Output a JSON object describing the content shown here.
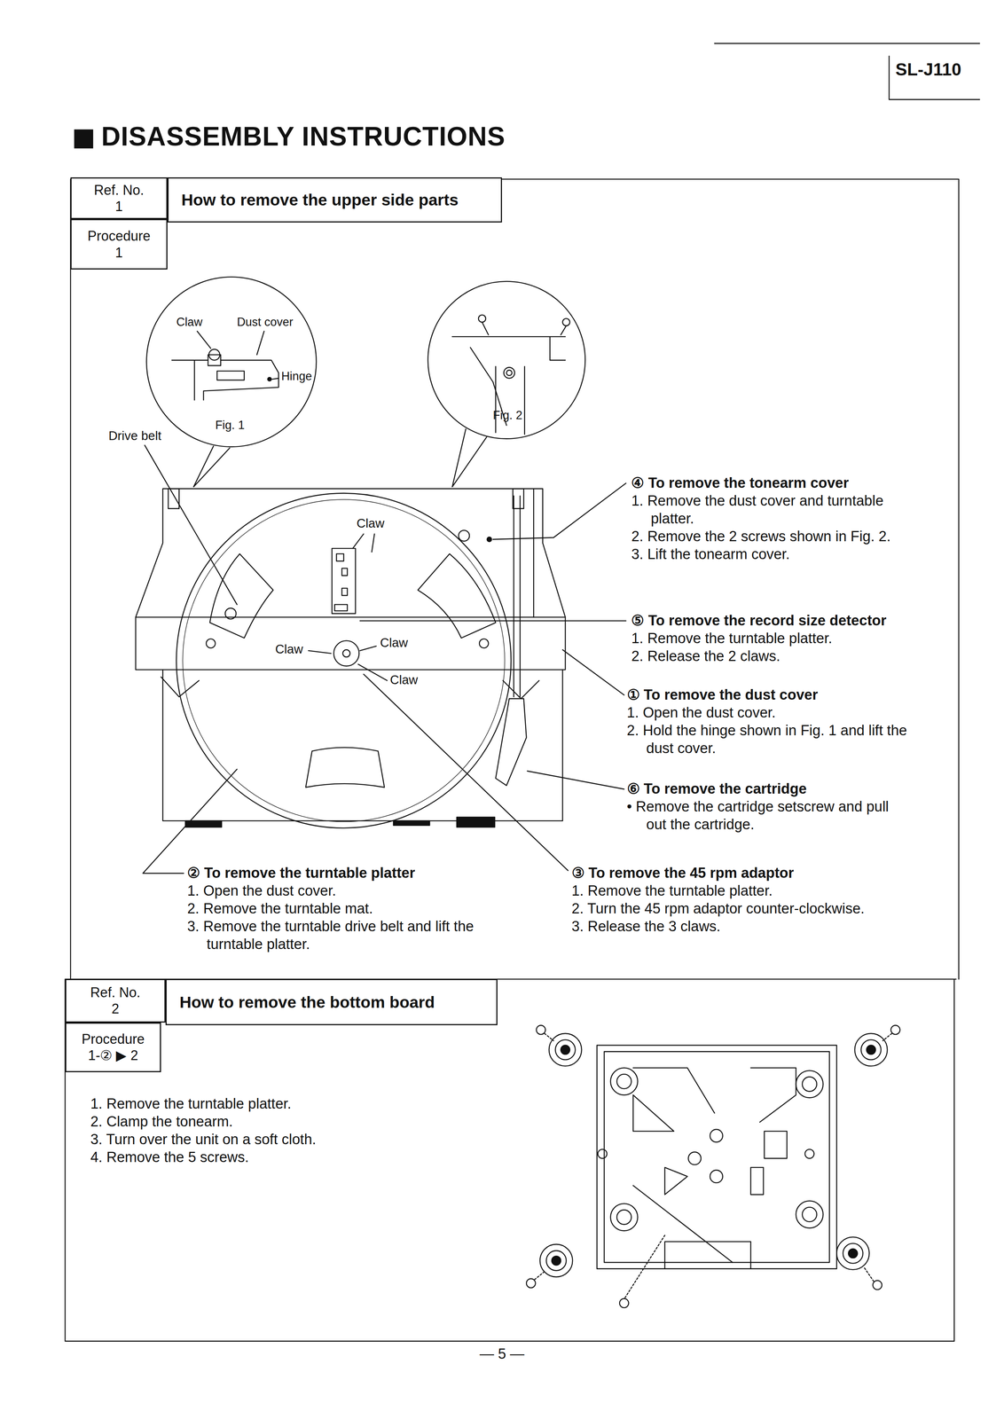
{
  "diagram": {
    "title": "DISASSEMBLY INSTRUCTIONS",
    "nodes": [
      {
        "text": [
          "Ref. No.",
          "1"
        ]
      },
      {
        "text": [
          "How to remove the upper side parts"
        ]
      },
      {
        "text": [
          "Procedure",
          "1"
        ]
      },
      {
        "text": [
          "Claw",
          "Dust cover",
          "Hinge",
          "Fig. 1"
        ]
      },
      {
        "text": [
          "Fig. 2"
        ]
      },
      {
        "text": [
          "Ref. No.",
          "2"
        ]
      },
      {
        "text": [
          "How to remove the bottom board"
        ]
      },
      {
        "text": [
          "Procedure",
          "1-② ▶ 2"
        ]
      }
    ],
    "labels": [
      "SL-J110",
      "Drive belt",
      "Claw",
      "Claw",
      "Claw",
      "Claw",
      "④ To remove the tonearm cover",
      "1. Remove the dust cover and turntable platter.",
      "2. Remove the 2 screws shown in Fig. 2.",
      "3. Lift the tonearm cover.",
      "⑤ To remove the record size detector",
      "1. Remove the turntable platter.",
      "2. Release the 2 claws.",
      "① To remove the dust cover",
      "1. Open the dust cover.",
      "2. Hold the hinge shown in Fig. 1 and lift the dust cover.",
      "⑥ To remove the cartridge",
      "• Remove the cartridge setscrew and pull out the cartridge.",
      "② To remove the turntable platter",
      "1. Open the dust cover.",
      "2. Remove the turntable mat.",
      "3. Remove the turntable drive belt and lift the turntable platter.",
      "③ To remove the 45 rpm adaptor",
      "1. Remove the turntable platter.",
      "2. Turn the 45 rpm adaptor counter-clockwise.",
      "3. Release the 3 claws.",
      "1. Remove the turntable platter.",
      "2. Clamp the tonearm.",
      "3. Turn over the unit on a soft cloth.",
      "4. Remove the 5 screws.",
      "— 5 —"
    ]
  }
}
